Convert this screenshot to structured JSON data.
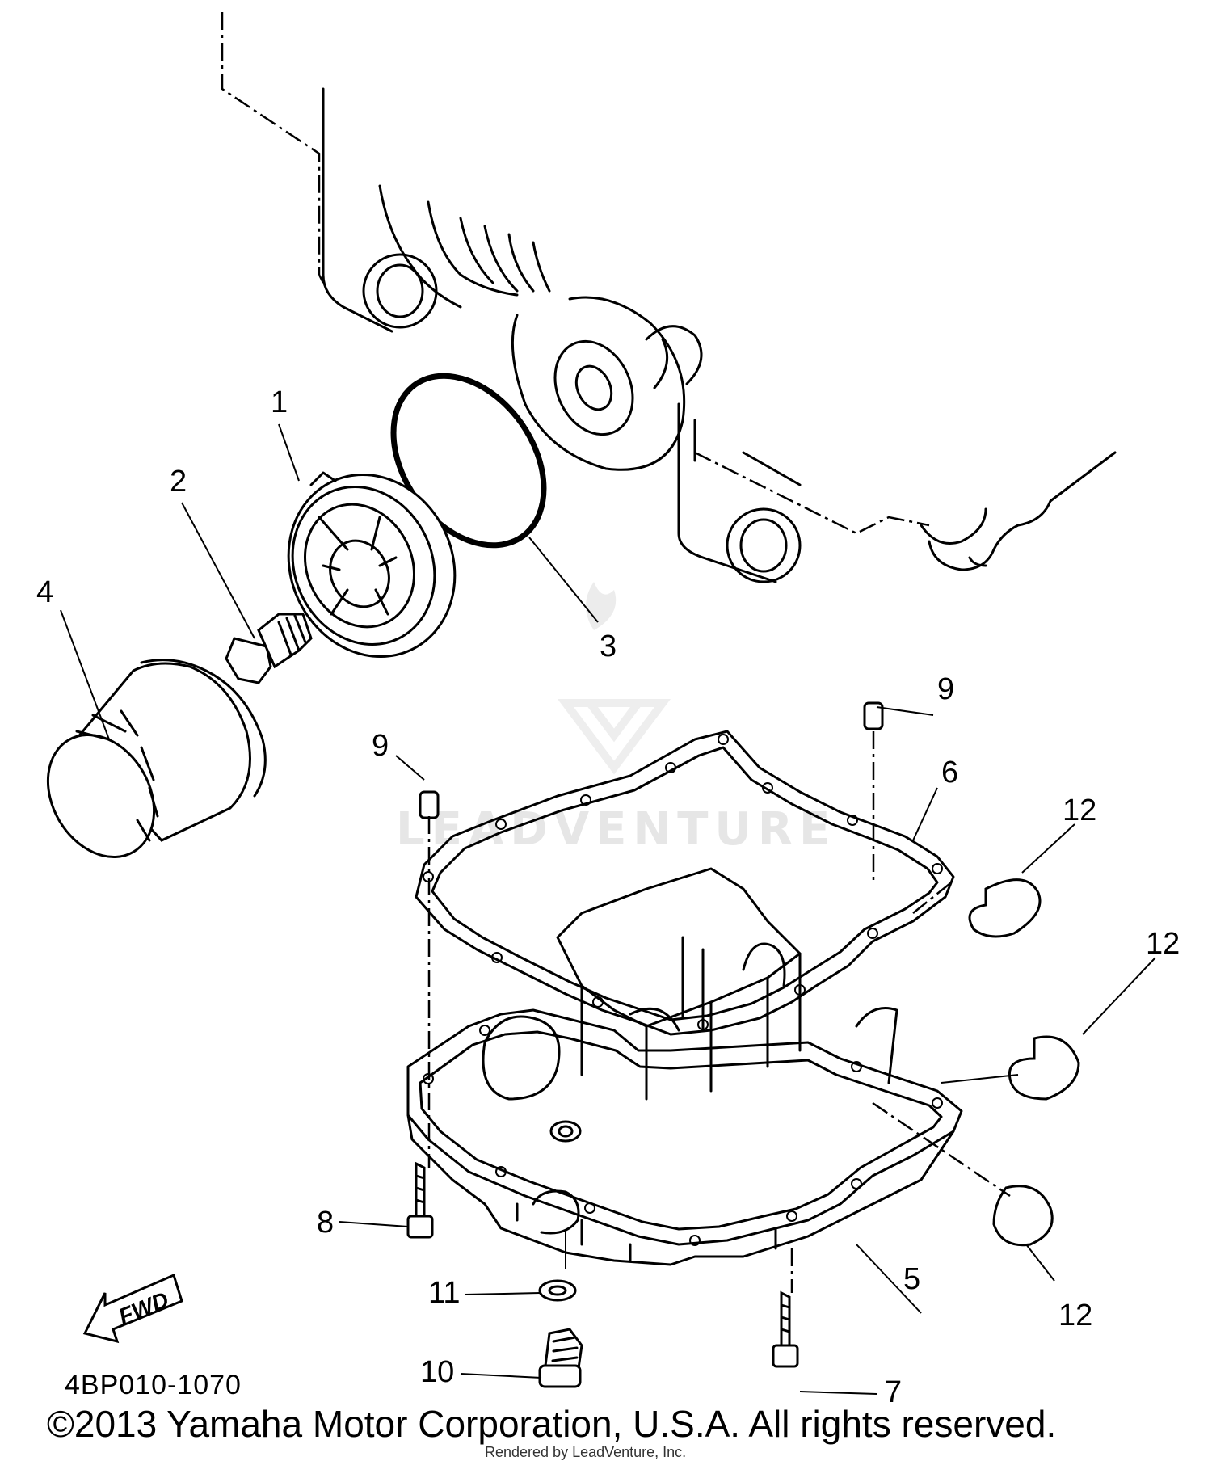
{
  "callouts": {
    "c1": "1",
    "c2": "2",
    "c3": "3",
    "c4": "4",
    "c5": "5",
    "c6": "6",
    "c7": "7",
    "c8": "8",
    "c9a": "9",
    "c9b": "9",
    "c10": "10",
    "c11": "11",
    "c12a": "12",
    "c12b": "12",
    "c12c": "12"
  },
  "fwd_label": "FWD",
  "diagram_code": "4BP010-1070",
  "copyright": "©2013 Yamaha Motor Corporation, U.S.A. All rights reserved.",
  "rendered_by": "Rendered by LeadVenture, Inc.",
  "watermark": "LEADVENTURE"
}
